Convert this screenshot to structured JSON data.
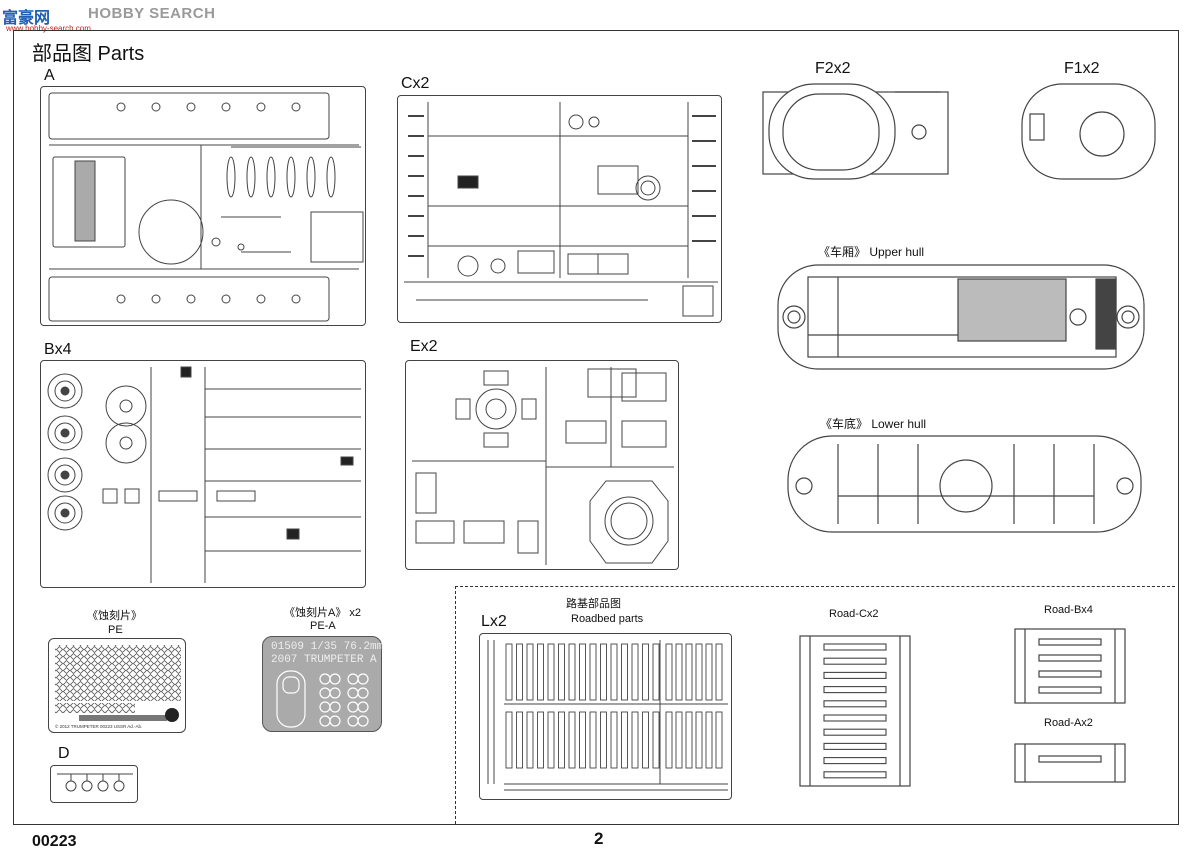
{
  "watermark": {
    "logo": "富豪网",
    "site": "HOBBY SEARCH",
    "url": "www.hobby-search.com"
  },
  "page": {
    "title": "部品图 Parts",
    "code": "00223",
    "number": "2"
  },
  "sprues": {
    "a": "A",
    "c": "Cx2",
    "b": "Bx4",
    "e": "Ex2",
    "f2": "F2x2",
    "f1": "F1x2",
    "d": "D",
    "l": "Lx2"
  },
  "hull": {
    "upper": "《车厢》 Upper hull",
    "lower": "《车底》 Lower hull"
  },
  "photoetch": {
    "pe_cn": "《蚀刻片》",
    "pe_en": "PE",
    "pea_cn": "《蚀刻片A》 x2",
    "pea_en": "PE-A",
    "pea_line1": "01509 1/35 76.2mm",
    "pea_line2": "2007 TRUMPETER  A",
    "pe_footer": "© 2012 TRUMPETER   00223 USSR  Ad.-Ab."
  },
  "roadbed": {
    "title_cn": "路基部品图",
    "title_en": "Roadbed  parts",
    "road_c": "Road-Cx2",
    "road_b": "Road-Bx4",
    "road_a": "Road-Ax2"
  }
}
